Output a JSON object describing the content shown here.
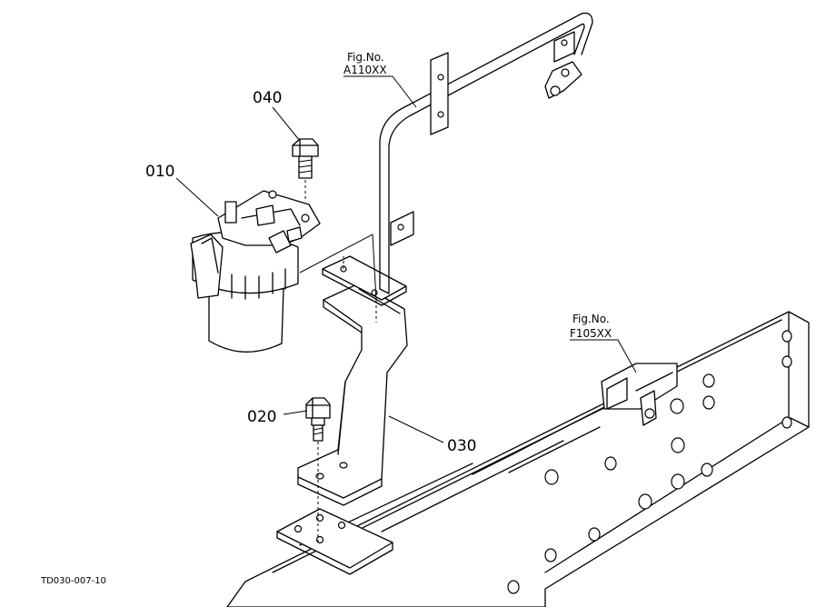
{
  "diagram": {
    "part_labels": {
      "p010": "010",
      "p020": "020",
      "p030": "030",
      "p040": "040"
    },
    "fig_refs": {
      "ref_a": {
        "caption": "Fig.No.",
        "number": "A110XX"
      },
      "ref_f": {
        "caption": "Fig.No.",
        "number": "F105XX"
      }
    },
    "drawing_code": "TD030-007-10",
    "line_color": "#000000",
    "background_color": "#ffffff"
  }
}
